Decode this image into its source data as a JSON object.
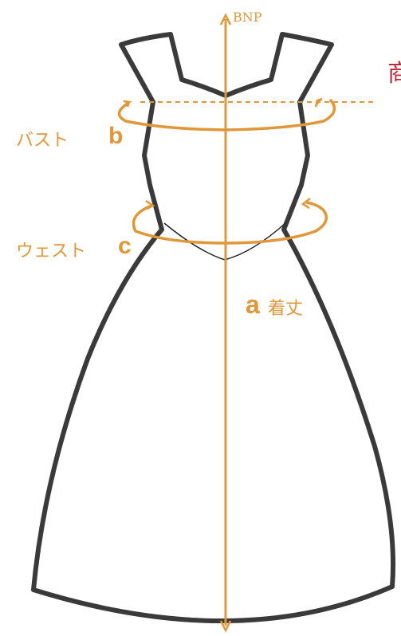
{
  "labels": {
    "top_marker": "BNP",
    "a_letter": "a",
    "a_text": "着丈",
    "b_letter": "b",
    "b_text": "バスト",
    "c_letter": "c",
    "c_text": "ウェスト",
    "cut_text": "商"
  },
  "colors": {
    "measure": "#e0973a",
    "outline": "#3a3a3a",
    "cut_text": "#c0283a",
    "seam": "#222222"
  }
}
